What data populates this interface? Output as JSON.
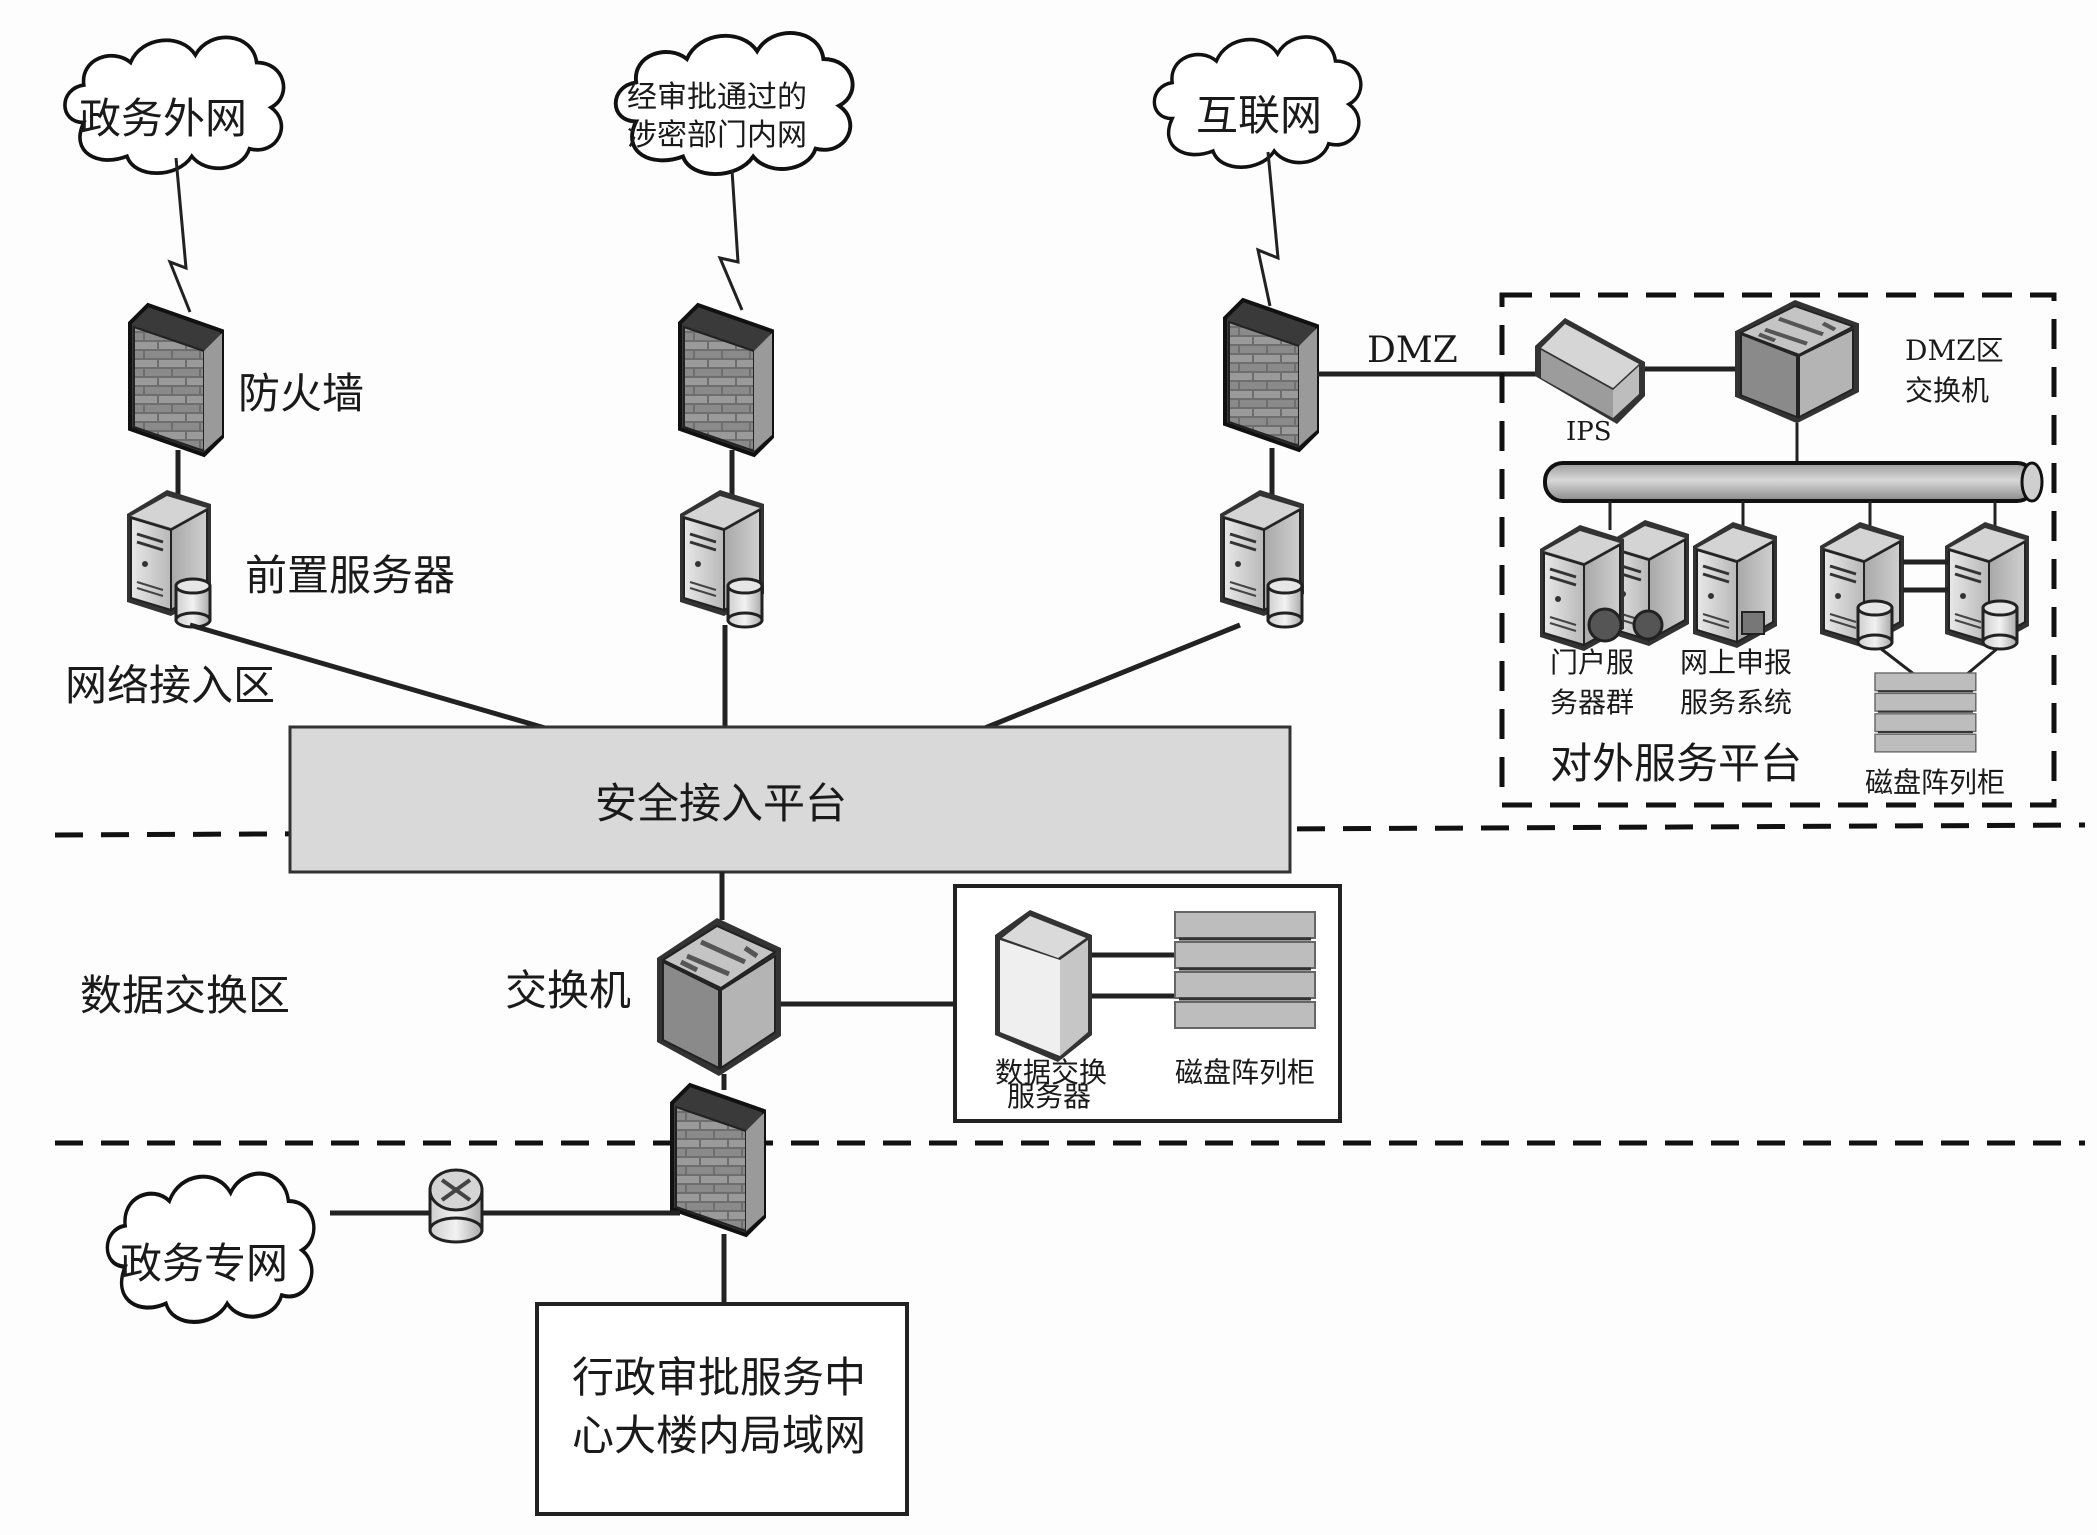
{
  "zones": {
    "access": "网络接入区",
    "exchange": "数据交换区"
  },
  "clouds": {
    "gov_external": "政务外网",
    "classified_line1": "经审批通过的",
    "classified_line2": "涉密部门内网",
    "internet": "互联网",
    "gov_private": "政务专网"
  },
  "devices": {
    "firewall": "防火墙",
    "front_server": "前置服务器",
    "dmz_link": "DMZ",
    "ips": "IPS",
    "dmz_switch_line1": "DMZ区",
    "dmz_switch_line2": "交换机",
    "portal_line1": "门户服",
    "portal_line2": "务器群",
    "online_line1": "网上申报",
    "online_line2": "服务系统",
    "disk_array_dmz": "磁盘阵列柜",
    "external_platform": "对外服务平台",
    "secure_platform": "安全接入平台",
    "switch": "交换机",
    "exchange_server_line1": "数据交换",
    "exchange_server_line2": "服务器",
    "disk_array": "磁盘阵列柜",
    "lan_line1": "行政审批服务中",
    "lan_line2": "心大楼内局域网"
  }
}
